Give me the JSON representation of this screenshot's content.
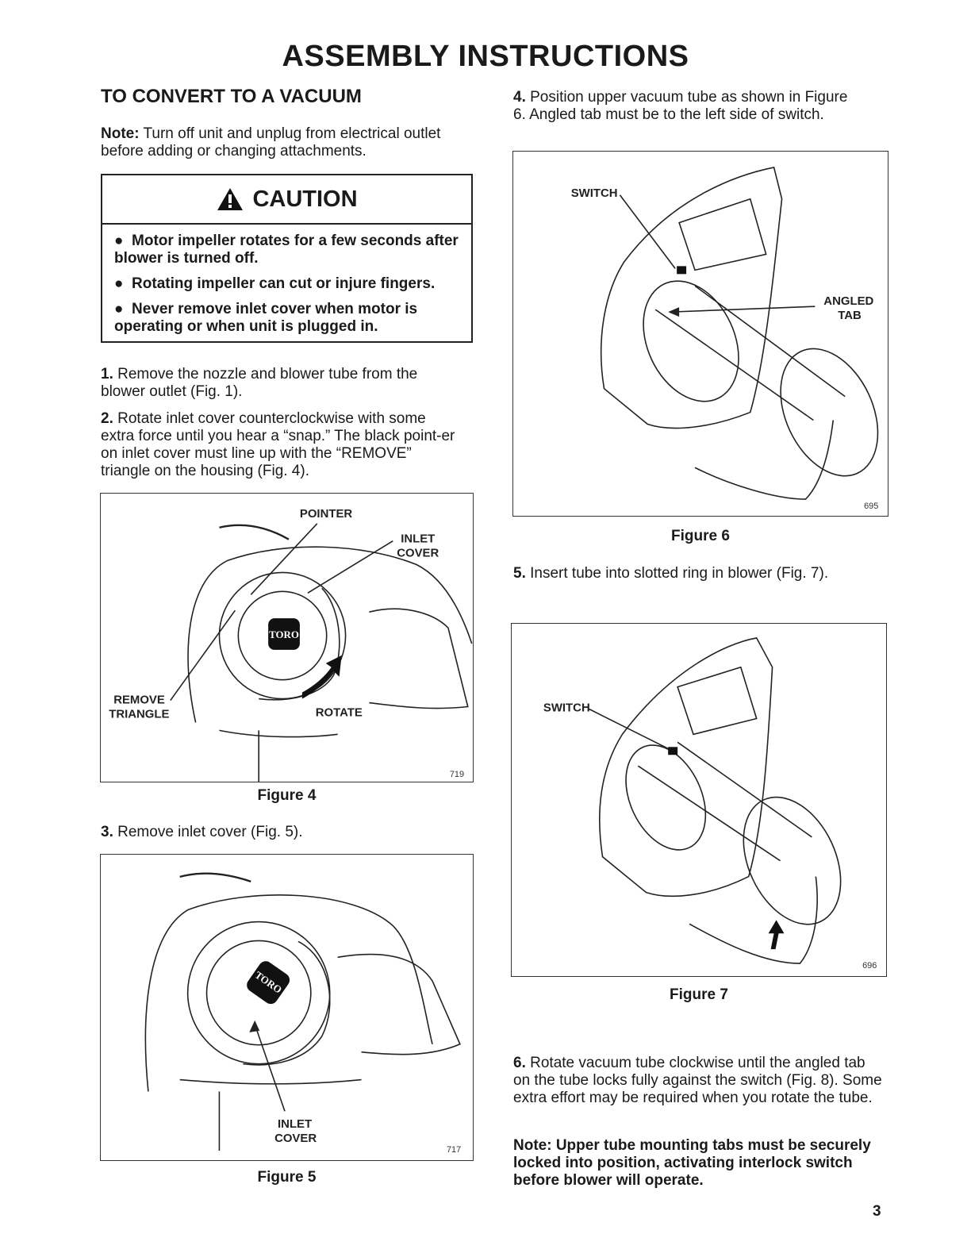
{
  "page": {
    "title": "ASSEMBLY INSTRUCTIONS",
    "section_heading": "TO CONVERT TO A VACUUM",
    "page_number": "3"
  },
  "note_intro": {
    "label": "Note:",
    "text": " Turn off unit and unplug from electrical outlet before adding or changing attachments."
  },
  "caution": {
    "title": "CAUTION",
    "icon": "warning-triangle-icon",
    "items": [
      "Motor impeller rotates for a few seconds after blower is turned off.",
      "Rotating impeller can cut or injure fingers.",
      "Never remove inlet cover when motor is operating or when unit is plugged in."
    ]
  },
  "steps": [
    {
      "num": "1.",
      "text": " Remove the nozzle and blower tube from the blower outlet (Fig. 1)."
    },
    {
      "num": "2.",
      "text": " Rotate inlet cover counterclockwise with some extra force until you hear a  “snap.” The black point-er on inlet cover must line up with the “REMOVE” triangle on the housing (Fig. 4)."
    },
    {
      "num": "3.",
      "text": " Remove inlet cover (Fig. 5)."
    },
    {
      "num": "4.",
      "text": " Position upper vacuum tube as shown in Figure 6. Angled tab must be to the left side of switch."
    },
    {
      "num": "5.",
      "text": " Insert tube into slotted ring in blower (Fig. 7)."
    },
    {
      "num": "6.",
      "text": " Rotate vacuum tube clockwise until the angled tab on the tube locks fully against the switch (Fig. 8). Some extra effort may be required when you rotate the tube."
    }
  ],
  "note_final": {
    "text": "Note: Upper tube mounting tabs must be securely locked into position, activating interlock switch before blower will operate."
  },
  "figures": {
    "fig4": {
      "caption": "Figure 4",
      "id": "719",
      "labels": {
        "pointer": "POINTER",
        "inlet": "INLET",
        "cover": "COVER",
        "remove": "REMOVE",
        "triangle": "TRIANGLE",
        "rotate": "ROTATE",
        "brand": "TORO"
      }
    },
    "fig5": {
      "caption": "Figure 5",
      "id": "717",
      "labels": {
        "inlet": "INLET",
        "cover": "COVER",
        "brand": "TORO"
      }
    },
    "fig6": {
      "caption": "Figure 6",
      "id": "695",
      "labels": {
        "switch": "SWITCH",
        "angled": "ANGLED",
        "tab": "TAB"
      }
    },
    "fig7": {
      "caption": "Figure 7",
      "id": "696",
      "labels": {
        "switch": "SWITCH"
      }
    }
  }
}
